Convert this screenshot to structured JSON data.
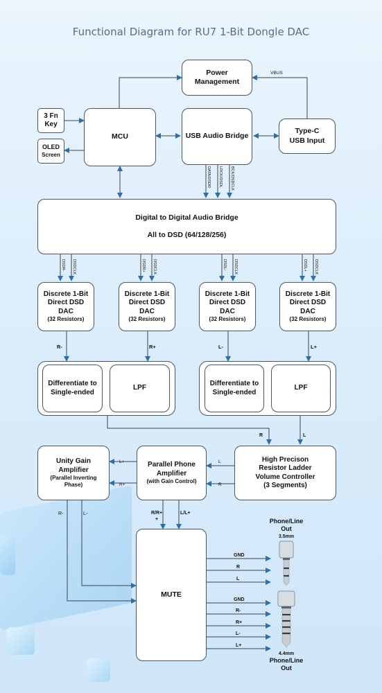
{
  "title": "Functional Diagram for RU7 1-Bit Dongle DAC",
  "blocks": {
    "power": {
      "l1": "Power",
      "l2": "Management"
    },
    "fn_key": {
      "l1": "3 Fn",
      "l2": "Key"
    },
    "oled": {
      "l1": "OLED",
      "l2": "Screen"
    },
    "mcu": {
      "l1": "MCU"
    },
    "usb_bridge": {
      "l1": "USB Audio Bridge"
    },
    "typec": {
      "l1": "Type-C",
      "l2": "USB Input"
    },
    "d2d": {
      "l1": "Digital to Digital Audio Bridge",
      "l2": "All to DSD (64/128/256)"
    },
    "dac": {
      "l1": "Discrete 1-Bit",
      "l2": "Direct DSD",
      "l3": "DAC",
      "sub": "(32 Resistors)"
    },
    "diff": {
      "l1": "Differentiate to",
      "l2": "Single-ended"
    },
    "lpf": {
      "l1": "LPF"
    },
    "unity": {
      "l1": "Unity Gain",
      "l2": "Amplifier",
      "sub1": "(Parallel Inverting",
      "sub2": "Phase)"
    },
    "parallel": {
      "l1": "Parallel Phone",
      "l2": "Amplifier",
      "sub": "(with Gain Control)"
    },
    "volume": {
      "l1": "High Precison",
      "l2": "Resistor Ladder",
      "l3": "Volume Controller",
      "l4": "(3 Segments)"
    },
    "mute": {
      "l1": "MUTE"
    }
  },
  "signals": {
    "vbus": "VBUS",
    "usb_bus": [
      "DATA/DSDR",
      "LRCK/DSDL",
      "BCK/DSDCLK"
    ],
    "dac1_in": [
      "DSDR-",
      "DSDCLK"
    ],
    "dac2_in": [
      "DSDR+",
      "DSDCLK"
    ],
    "dac3_in": [
      "DSDL-",
      "DSDCLK"
    ],
    "dac4_in": [
      "DSDL+",
      "DSDCLK"
    ],
    "dac_out": [
      "R-",
      "R+",
      "L-",
      "L+"
    ],
    "lpf_out": [
      "R",
      "L"
    ],
    "vol_to_par": [
      "L",
      "R"
    ],
    "par_to_unity": [
      "L+",
      "R+"
    ],
    "unity_out": [
      "R-",
      "L-"
    ],
    "par_out": [
      "R/R+",
      "L/L+"
    ],
    "out35": [
      "GND",
      "R",
      "L"
    ],
    "out44": [
      "GND",
      "R-",
      "R+",
      "L-",
      "L+"
    ]
  },
  "jack35": {
    "l1": "Phone/Line",
    "l2": "Out",
    "l3": "3.5mm"
  },
  "jack44": {
    "l1": "4.4mm",
    "l2": "Phone/Line",
    "l3": "Out"
  },
  "colors": {
    "arrow": "#2f6fa8",
    "line": "#3a4350",
    "title": "#5a6d85"
  },
  "icons": [
    "jack-3-5mm-icon",
    "jack-4-4mm-icon",
    "chip-decoration"
  ]
}
